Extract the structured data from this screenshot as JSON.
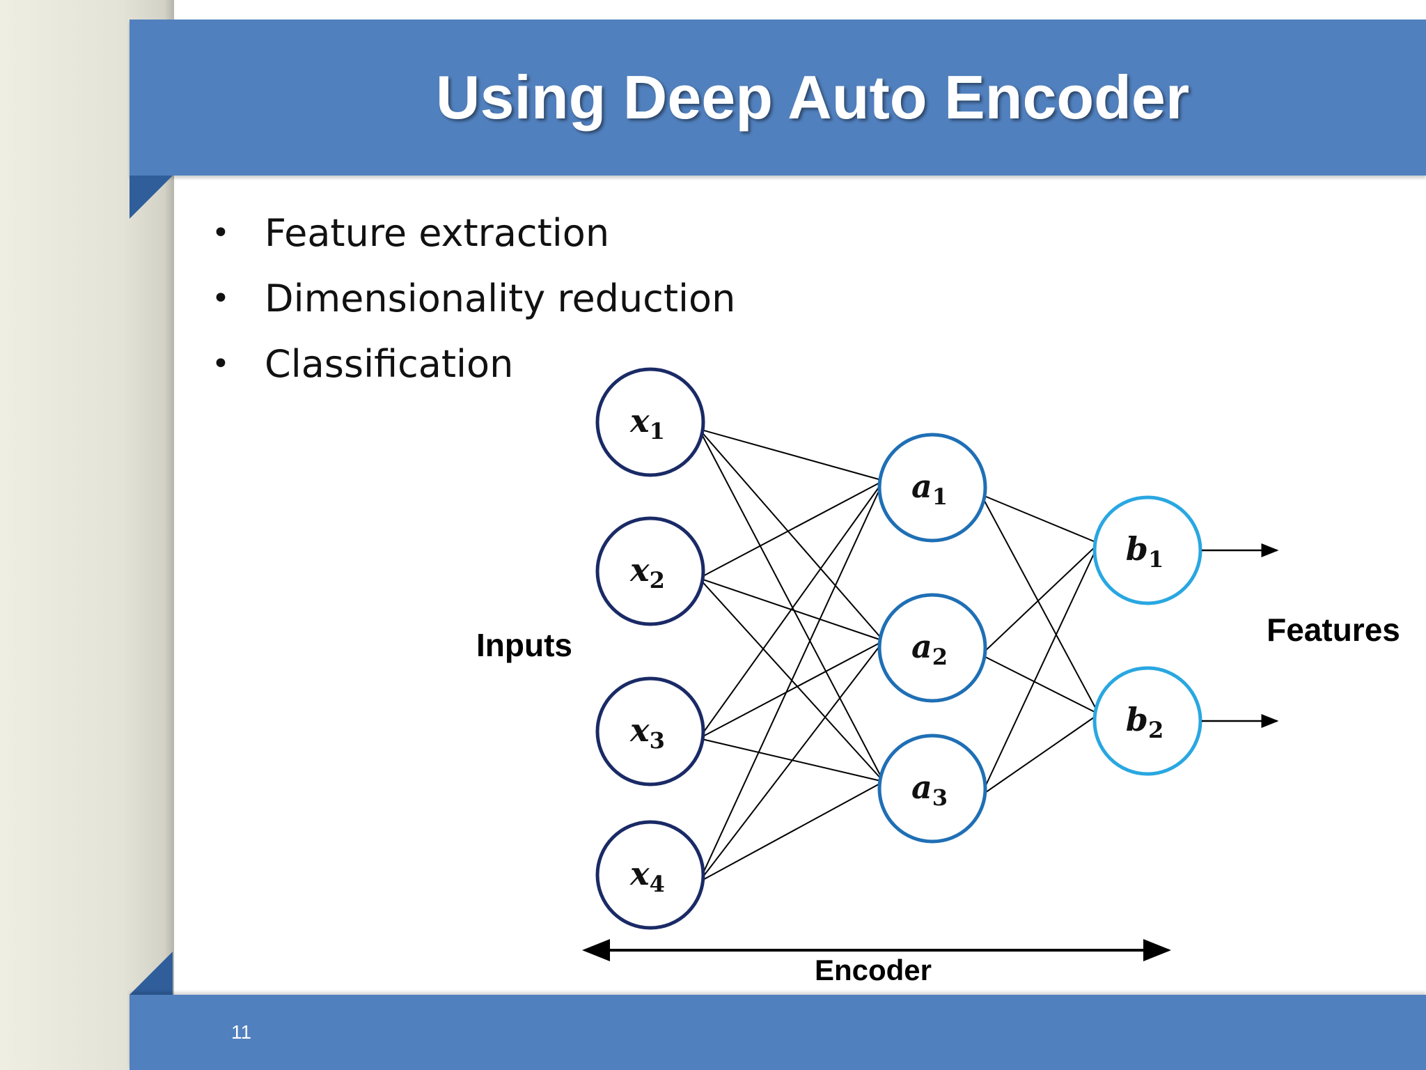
{
  "slide": {
    "title": "Using Deep Auto Encoder",
    "page_number": "11"
  },
  "bullets": [
    "Feature extraction",
    "Dimensionality reduction",
    "Classification"
  ],
  "diagram": {
    "inputs_label": "Inputs",
    "features_label": "Features",
    "encoder_label": "Encoder",
    "input_nodes": [
      {
        "var": "x",
        "sub": "1"
      },
      {
        "var": "x",
        "sub": "2"
      },
      {
        "var": "x",
        "sub": "3"
      },
      {
        "var": "x",
        "sub": "4"
      }
    ],
    "hidden_nodes": [
      {
        "var": "a",
        "sub": "1"
      },
      {
        "var": "a",
        "sub": "2"
      },
      {
        "var": "a",
        "sub": "3"
      }
    ],
    "output_nodes": [
      {
        "var": "b",
        "sub": "1"
      },
      {
        "var": "b",
        "sub": "2"
      }
    ],
    "colors": {
      "input_stroke": "#1a2a66",
      "hidden_stroke": "#1f6fb5",
      "output_stroke": "#29a7e1",
      "header_blue": "#5180be",
      "edge": "#000000"
    }
  }
}
